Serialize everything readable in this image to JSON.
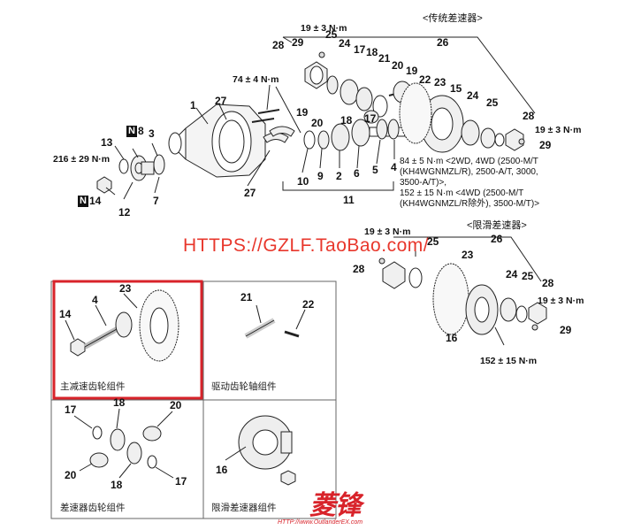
{
  "labels": {
    "conventional_diff": "<传统差速器>",
    "lsd": "<限滑差速器>",
    "main_reduction_gear": "主减速齿轮组件",
    "drive_pinion_shaft": "驱动齿轮轴组件",
    "diff_gear_set": "差速器齿轮组件",
    "lsd_set": "限滑差速器组件"
  },
  "torques": {
    "t19a": "19 ± 3 N·m",
    "t74": "74 ± 4 N·m",
    "t216": "216 ± 29 N·m",
    "t19b": "19 ± 3 N·m",
    "t19c": "19 ± 3 N·m",
    "t19d": "19 ± 3 N·m",
    "t152": "152 ± 15 N·m"
  },
  "spec_note": "84 ± 5 N·m <2WD, 4WD (2500-M/T\n(KH4WGNMZL/R), 2500-A/T, 3000,\n3500-A/T)>,\n152 ± 15 N·m <4WD (2500-M/T\n(KH4WGNMZL/R除外), 3500-M/T)>",
  "watermark": "HTTPS://GZLF.TaoBao.com/",
  "n_marks": {
    "n8": "N",
    "n14": "N"
  },
  "logo": {
    "text": "菱锋",
    "url": "HTTP://www.OutlanderEX.com"
  },
  "parts": {
    "p1": "1",
    "p2": "2",
    "p3": "3",
    "p4": "4",
    "p5": "5",
    "p6": "6",
    "p7": "7",
    "p8": "8",
    "p9": "9",
    "p10": "10",
    "p11": "11",
    "p12": "12",
    "p13": "13",
    "p14": "14",
    "p15": "15",
    "p16": "16",
    "p17": "17",
    "p18": "18",
    "p19": "19",
    "p20": "20",
    "p21": "21",
    "p22": "22",
    "p23": "23",
    "p24": "24",
    "p25": "25",
    "p26": "26",
    "p27": "27",
    "p28": "28",
    "p29": "29"
  },
  "colors": {
    "highlight_box": "#d8232a",
    "watermark": "#e8372c",
    "line": "#222222"
  }
}
